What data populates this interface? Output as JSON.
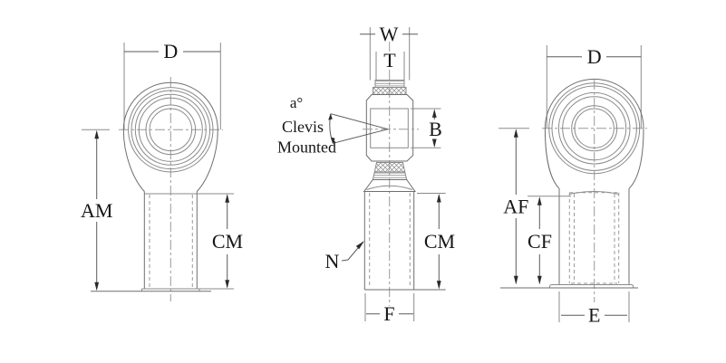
{
  "diagram": {
    "background": "#ffffff",
    "line_color": "#6e6e6e",
    "text_color": "#161616",
    "views": [
      {
        "id": "male-rod-end-front-view",
        "labels": {
          "d": "D",
          "am": "AM",
          "cm": "CM"
        }
      },
      {
        "id": "male-rod-end-side-view",
        "labels": {
          "w": "W",
          "t": "T",
          "angle": "a°",
          "clevis_line1": "Clevis",
          "clevis_line2": "Mounted",
          "b": "B",
          "n": "N",
          "cm": "CM",
          "f": "F"
        }
      },
      {
        "id": "female-rod-end-front-view",
        "labels": {
          "d": "D",
          "af": "AF",
          "cf": "CF",
          "e": "E"
        }
      }
    ]
  }
}
